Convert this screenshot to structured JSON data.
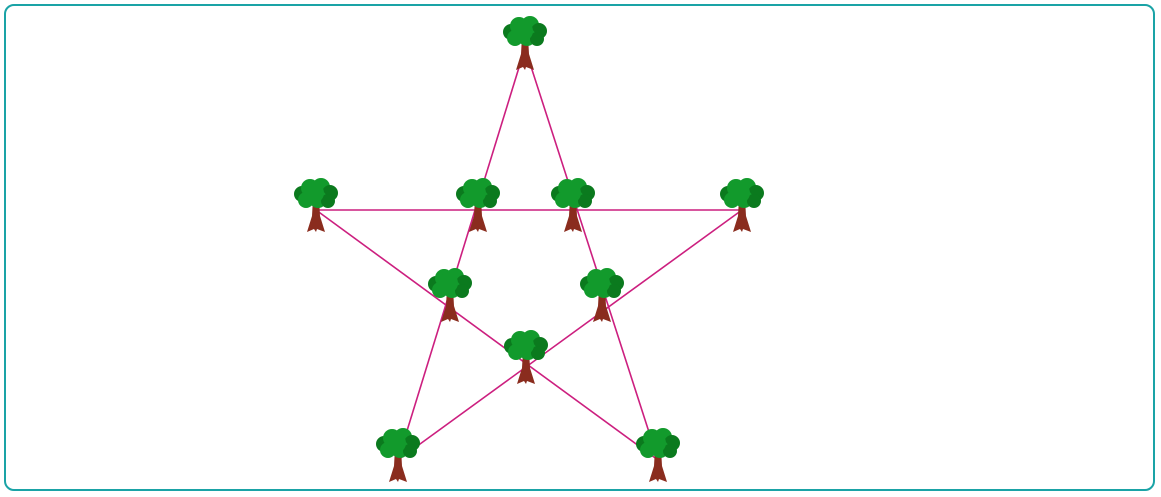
{
  "diagram": {
    "line_color": "#cc1f7f",
    "frame_color": "#1aa3a6",
    "foliage_color": "#129a2c",
    "foliage_dark": "#0b7a1e",
    "trunk_color": "#8a2c1e",
    "tree_count": 10,
    "line_count": 5,
    "rows_of_trees": 5,
    "trees_per_row": 4,
    "trees": [
      "tree-top-point",
      "tree-left-point",
      "tree-inner-upper-left",
      "tree-inner-upper-right",
      "tree-right-point",
      "tree-inner-left",
      "tree-inner-right",
      "tree-inner-bottom",
      "tree-bottom-left-point",
      "tree-bottom-right-point"
    ]
  }
}
